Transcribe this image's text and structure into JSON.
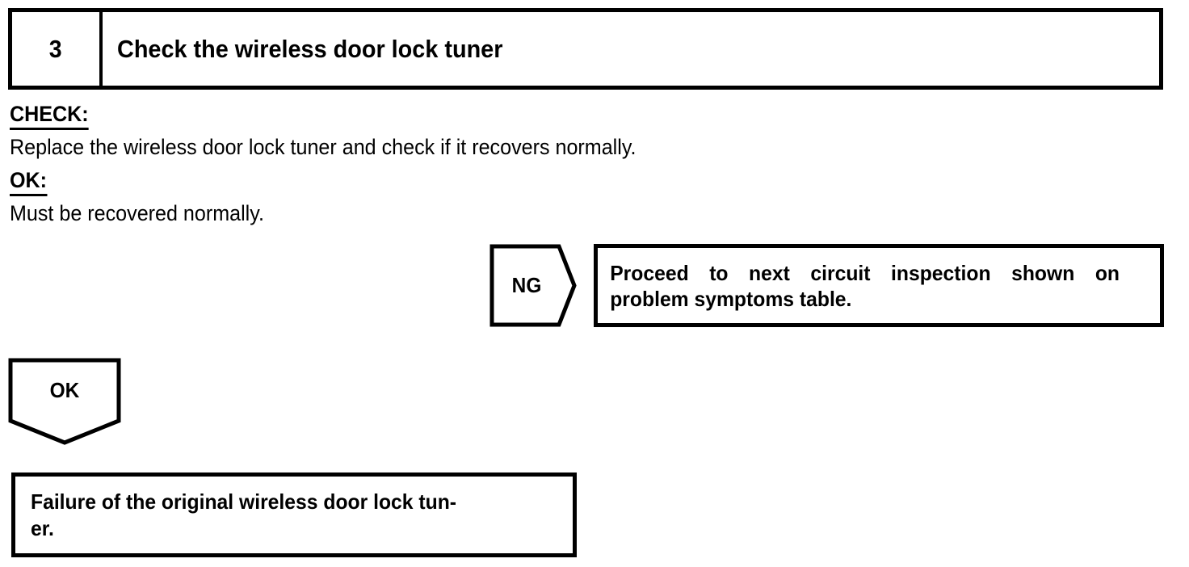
{
  "step_header": {
    "number": "3",
    "title": "Check the wireless door lock tuner"
  },
  "detail": {
    "check_label": "CHECK:",
    "check_text": "Replace the wireless door lock tuner and check if it recovers normally.",
    "ok_label": "OK:",
    "ok_text": "Must be recovered normally."
  },
  "ng_branch": {
    "arrow_label": "NG",
    "box_line1": "Proceed to next circuit inspection shown on",
    "box_line2": "problem symptoms table."
  },
  "ok_branch": {
    "arrow_label": "OK",
    "result_line1": "Failure of the original wireless door lock tun-",
    "result_line2": "er."
  },
  "colors": {
    "ink": "#000000",
    "paper": "#ffffff"
  }
}
